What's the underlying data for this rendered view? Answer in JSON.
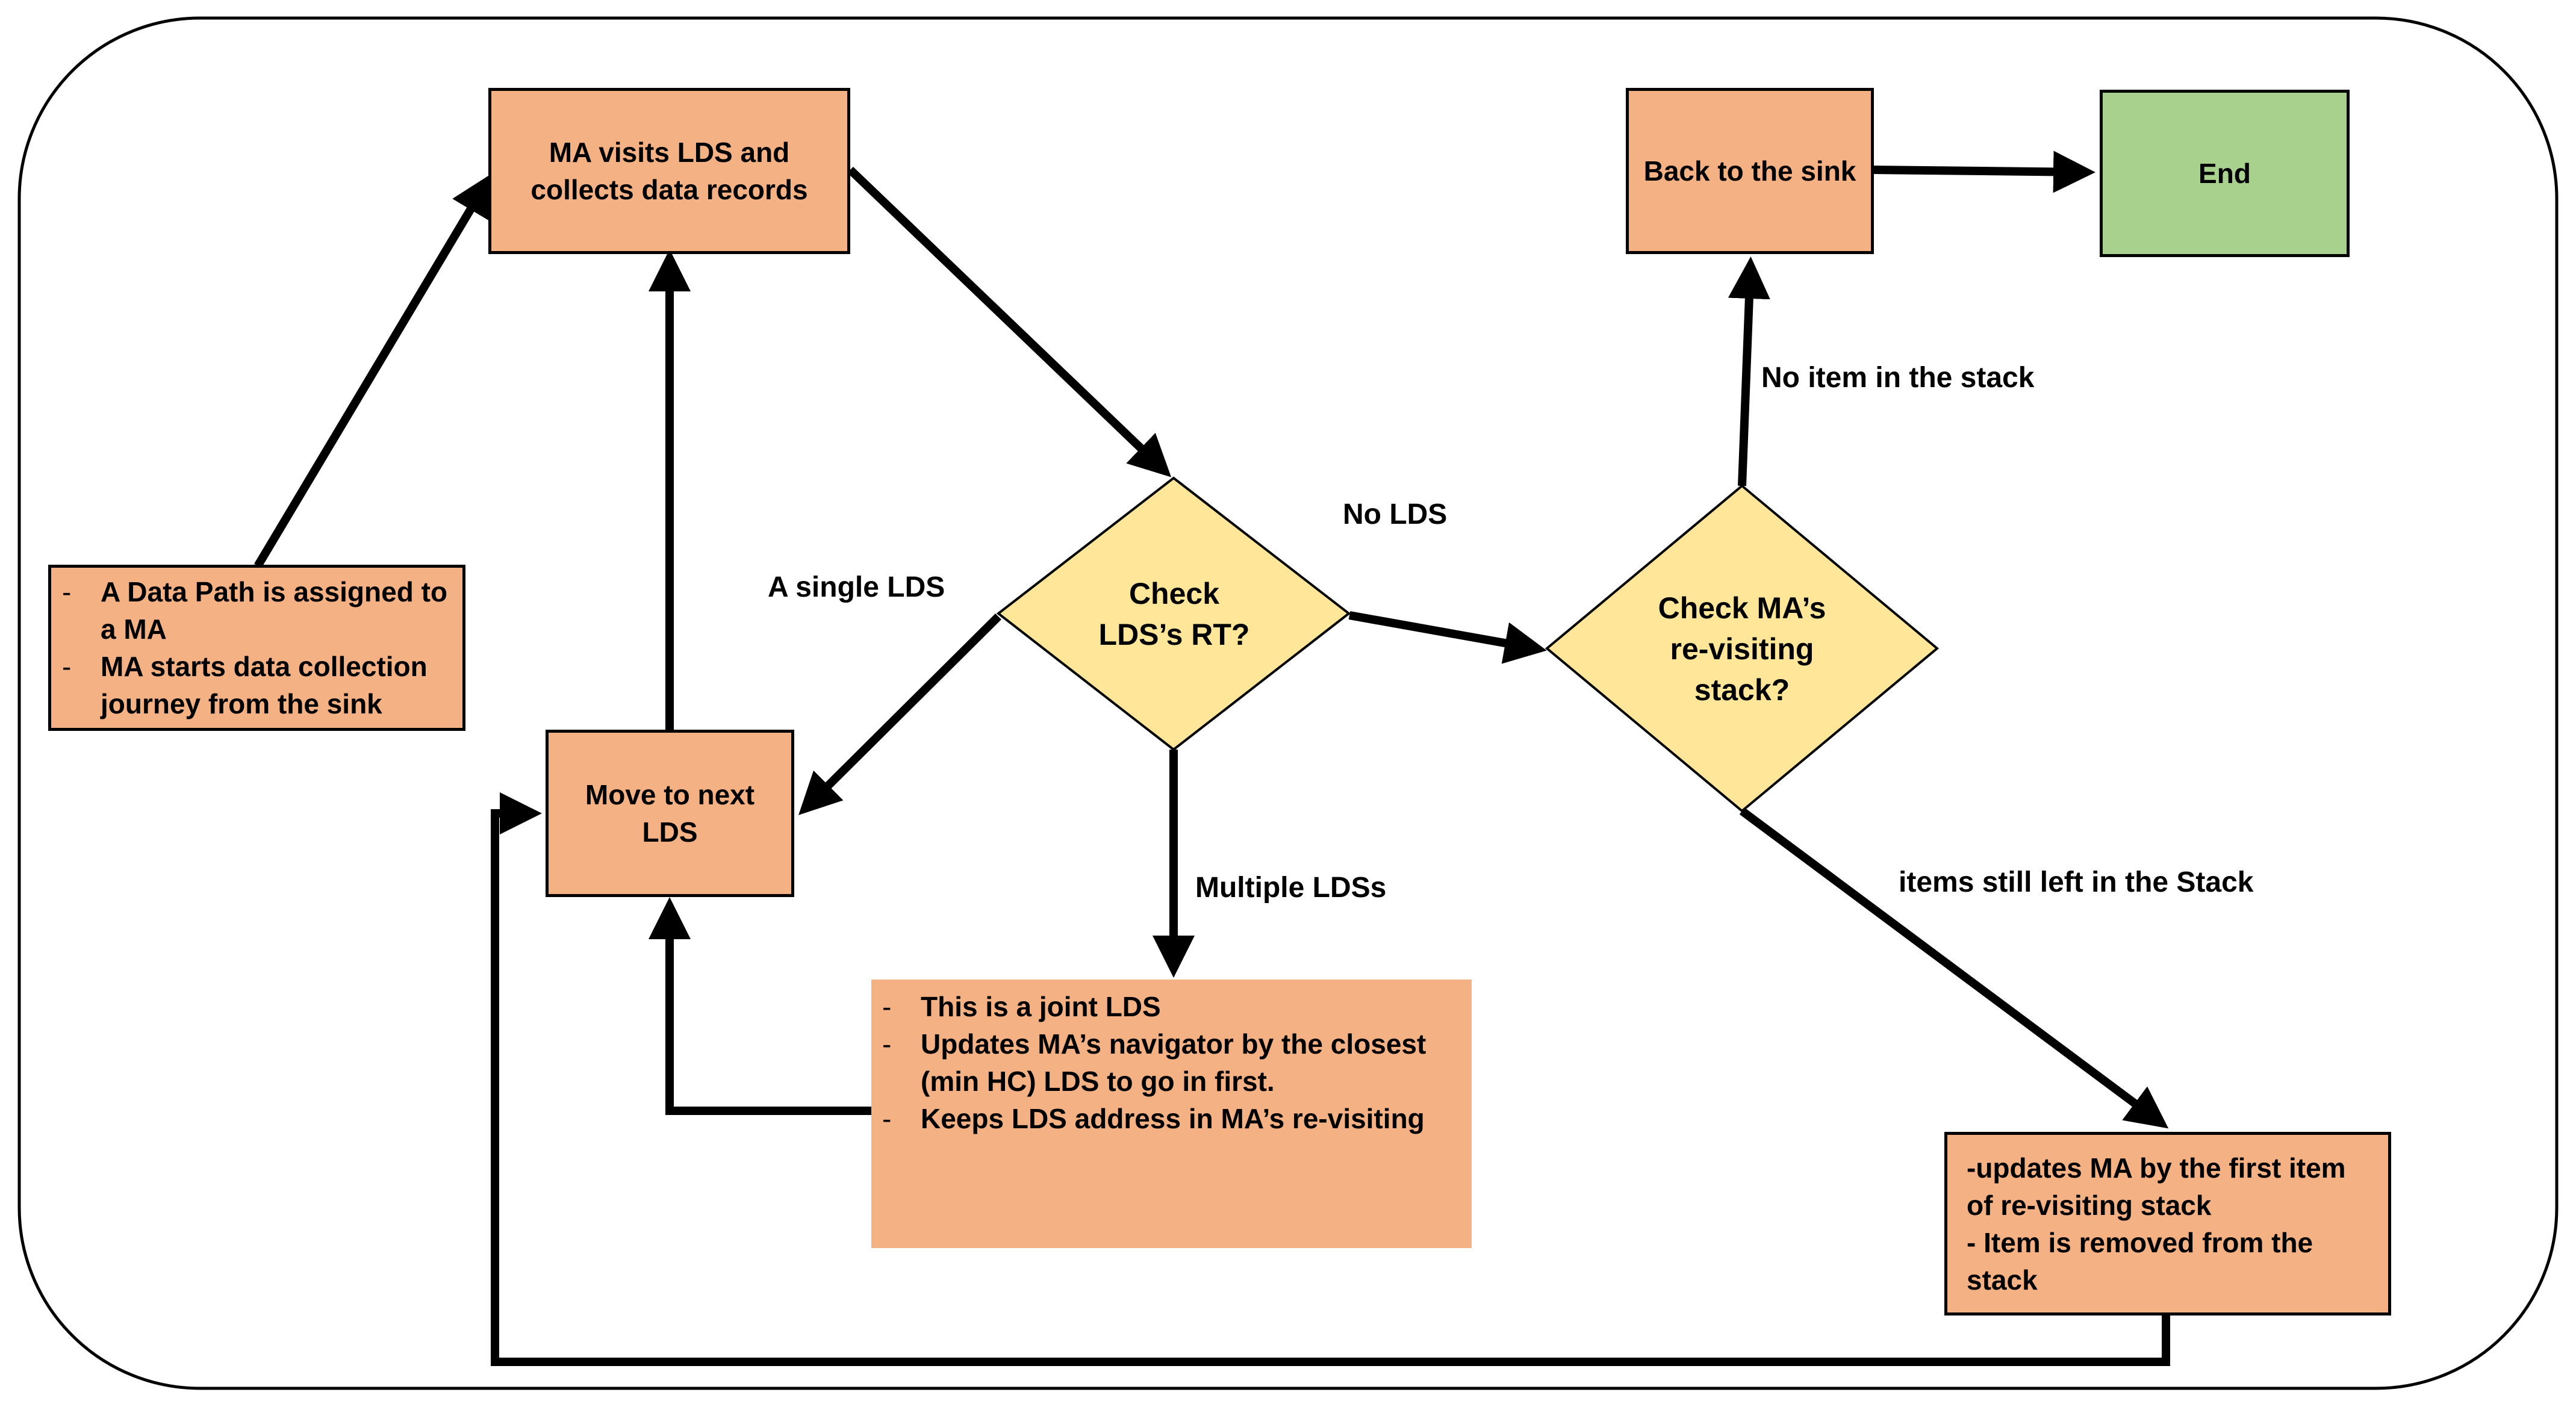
{
  "nodes": {
    "visit": "MA visits LDS and collects data records",
    "assign": [
      "A Data Path is assigned to a MA",
      "MA starts data collection journey from the sink"
    ],
    "move": "Move to next LDS",
    "check_rt": "Check LDS’s RT?",
    "joint": [
      "This is a joint LDS",
      "Updates MA’s navigator by the closest (min HC) LDS to go in first.",
      "Keeps LDS address in MA’s re-visiting"
    ],
    "check_stack": "Check MA’s re-visiting stack?",
    "back": "Back to the sink",
    "end": "End",
    "update": [
      "-updates MA by the first item of re-visiting stack",
      "- Item is removed from the stack"
    ]
  },
  "edges": {
    "single": "A single LDS",
    "no_lds": "No LDS",
    "multiple": "Multiple LDSs",
    "no_item": "No item in the stack",
    "items_left": "items still left in the Stack"
  },
  "colors": {
    "box": "#f4b183",
    "decision": "#ffe699",
    "end": "#a9d18e",
    "stroke": "#000000"
  }
}
